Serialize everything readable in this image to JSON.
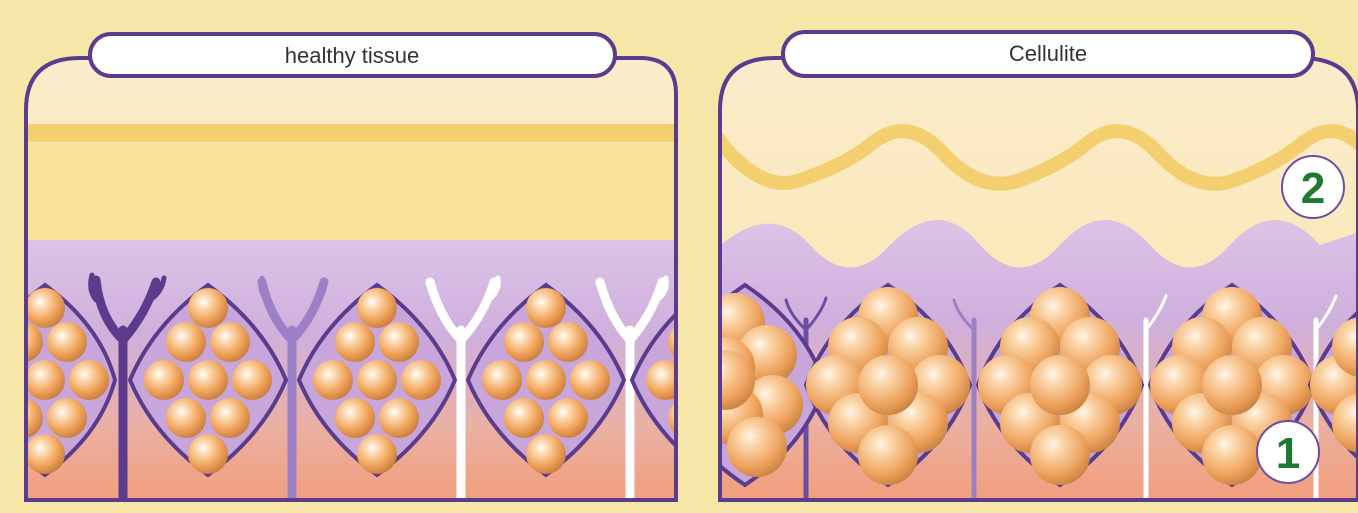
{
  "panels": {
    "healthy": {
      "title": "healthy tissue"
    },
    "cellulite": {
      "title": "Cellulite"
    }
  },
  "markers": {
    "one": "1",
    "two": "2"
  },
  "colors": {
    "background": "#f6e6a8",
    "skin_top": "#fbecc6",
    "fat_layer": "#f7e49a",
    "band": "#f2cf6e",
    "tissue_purple": "#d4b8e2",
    "tissue_peach": "#f3a27e",
    "outline": "#5b3c8c",
    "fat_cell": "#f0a55a",
    "marker_text": "#1e7a30"
  }
}
